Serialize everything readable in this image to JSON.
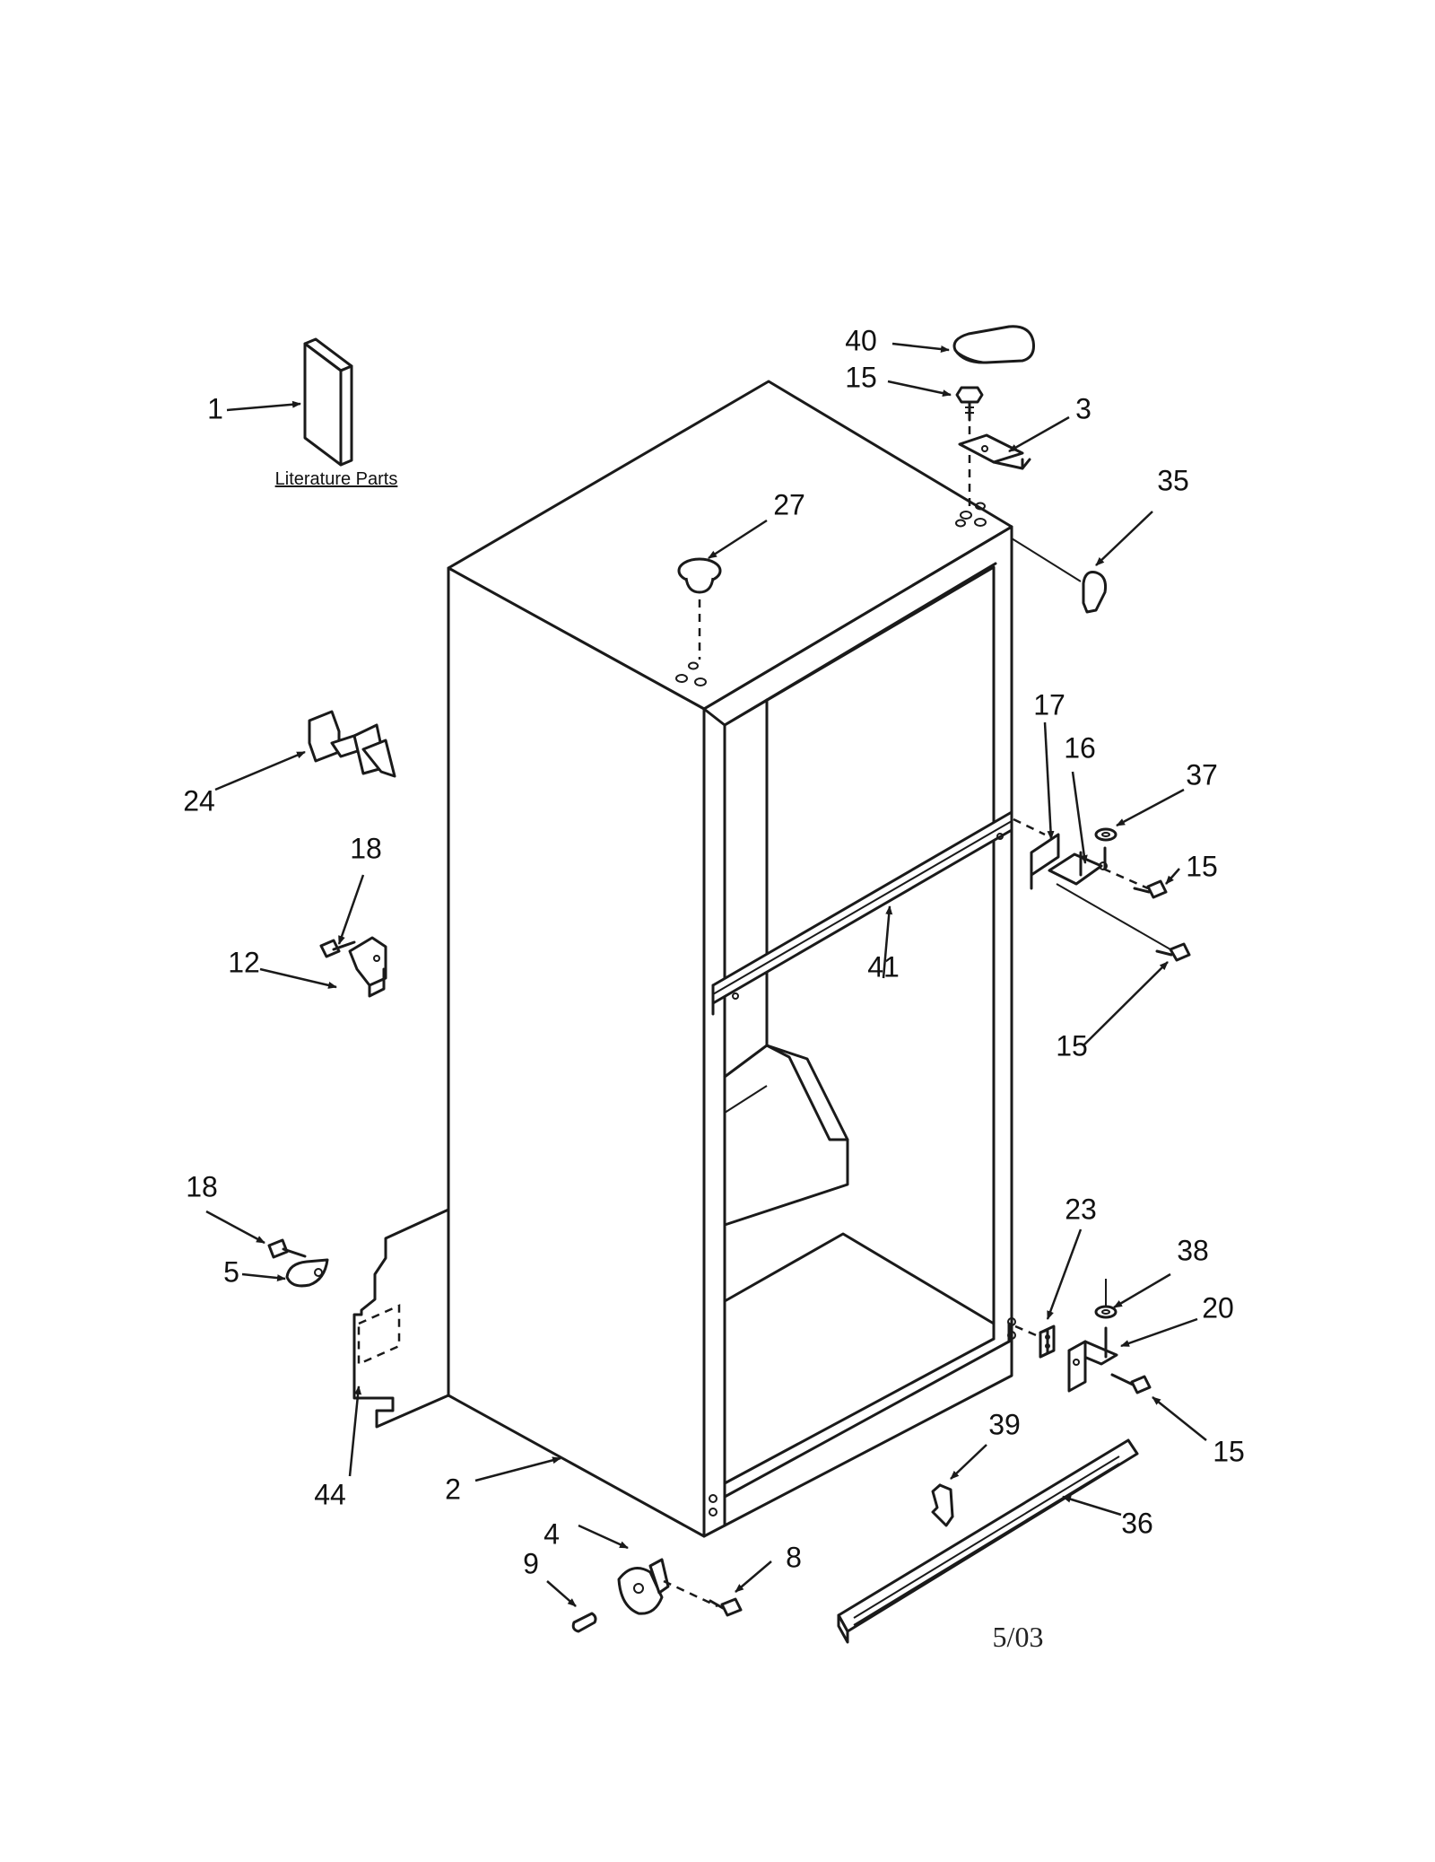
{
  "diagram": {
    "literature_caption": "Literature Parts",
    "revision_date": "5/03",
    "callouts": {
      "c1": "1",
      "c2": "2",
      "c3": "3",
      "c4": "4",
      "c5": "5",
      "c8": "8",
      "c9": "9",
      "c12": "12",
      "c15a": "15",
      "c15b": "15",
      "c15c": "15",
      "c15d": "15",
      "c16": "16",
      "c17": "17",
      "c18a": "18",
      "c18b": "18",
      "c20": "20",
      "c23": "23",
      "c24": "24",
      "c27": "27",
      "c35": "35",
      "c36": "36",
      "c37": "37",
      "c38": "38",
      "c39": "39",
      "c40": "40",
      "c41": "41",
      "c44": "44"
    }
  }
}
